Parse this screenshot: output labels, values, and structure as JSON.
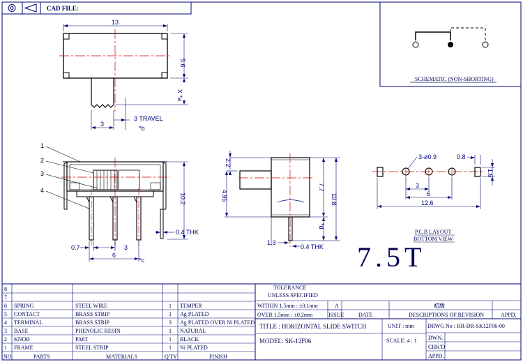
{
  "header": {
    "cad_file_label": "CAD FILE:"
  },
  "schematic": {
    "label": "SCHEMATIC (NON-SHORTING)"
  },
  "dims": {
    "w13": "13",
    "h56": "5.6",
    "xa": "X *a",
    "w3": "3",
    "travel": "3 TRAVEL",
    "b": "*b",
    "h102": "10.2",
    "thk1": "0.4 THK",
    "p07": "0.7",
    "p3": "3",
    "p6": "6",
    "c": "*c",
    "d22": "2.2",
    "d495": "4.95",
    "d77": "7.7",
    "d108": "10.8",
    "d": "*d",
    "d13": "1.3",
    "thk2": "0.4 THK",
    "hole": "3-ø0.9",
    "d08": "0.8",
    "d16": "1.6",
    "q3": "3",
    "q6": "6",
    "q126": "12.6",
    "pcb1": "P.C.B LAYOUT",
    "pcb2": "BOTTOM VIEW"
  },
  "callouts": [
    "1",
    "2",
    "3",
    "4"
  ],
  "big_label": "7.5T",
  "bom": {
    "rows": [
      {
        "no": "8",
        "part": "",
        "material": "",
        "qty": "",
        "finish": ""
      },
      {
        "no": "7",
        "part": "",
        "material": "",
        "qty": "",
        "finish": ""
      },
      {
        "no": "6",
        "part": "SPRING",
        "material": "STEEL WIRE",
        "qty": "1",
        "finish": "TEMPER"
      },
      {
        "no": "5",
        "part": "CONTACT",
        "material": "BRASS STRIP",
        "qty": "1",
        "finish": "Ag PLATED"
      },
      {
        "no": "4",
        "part": "TERMINAL",
        "material": "BRASS STRIP",
        "qty": "3",
        "finish": "Ag PLATED OVER Ni PLATED"
      },
      {
        "no": "3",
        "part": "BASE",
        "material": "PHENOLIC RESIN",
        "qty": "1",
        "finish": "NATURAL"
      },
      {
        "no": "2",
        "part": "KNOB",
        "material": "PA6T",
        "qty": "1",
        "finish": "BLACK"
      },
      {
        "no": "1",
        "part": "FRAME",
        "material": "STEEL STRIP",
        "qty": "1",
        "finish": "Ni PLATED"
      }
    ],
    "headers": {
      "no": "NO.",
      "part": "PARTS",
      "material": "MATERIALS",
      "qty": "Q'TY",
      "finish": "FINISH"
    }
  },
  "tolerance": {
    "title": "TOLERANCE",
    "subtitle": "UNLESS SPECIFIED",
    "line1": "WITHIN 1.5mm : ±0.1mm",
    "line2": "OVER 1.5mm : ±0.2mm"
  },
  "revision": {
    "a": "A",
    "first": "初版",
    "issue": "ISSUE",
    "date": "DATE",
    "desc": "DESCRIPTIONS OF REVISION",
    "appd": "APPD."
  },
  "title_block": {
    "title": "TITLE : HORIZONTAL SLIDE SWITCH",
    "unit": "UNIT : mm",
    "drwg": "DRWG No : HR-DR-SK12F06-00",
    "model": "MODEL: SK-12F06",
    "scale": "SCALE: 4 : 1",
    "dwn": "DWN.",
    "chkd": "CHK'D",
    "appd": "APPD."
  }
}
